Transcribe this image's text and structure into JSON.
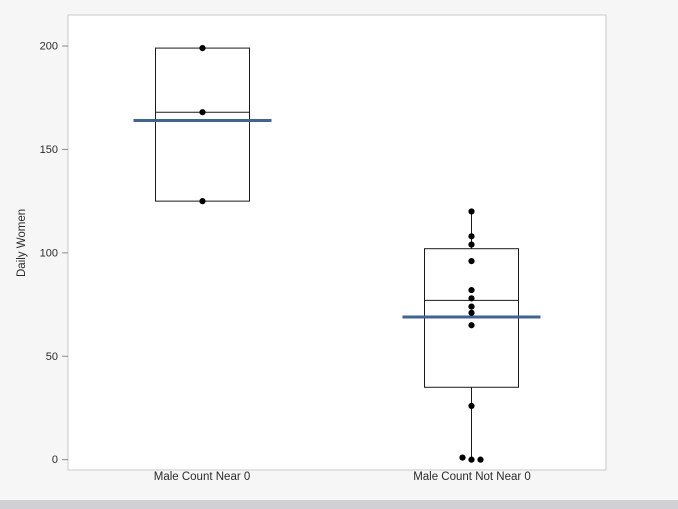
{
  "window": {
    "background": "#f6f6f7"
  },
  "chart_data": {
    "type": "boxplot",
    "title": "",
    "ylabel": "Daily Women",
    "categories": [
      "Male Count Near 0",
      "Male Count Not Near 0"
    ],
    "yticks": [
      0,
      50,
      100,
      150,
      200
    ],
    "ylim": [
      -5,
      215
    ],
    "grid": false,
    "legend": "none",
    "series": [
      {
        "category": "Male Count Near 0",
        "q1": 125,
        "median": 168,
        "q3": 199,
        "whisker_low": 125,
        "whisker_high": 199,
        "mean": 164,
        "points": [
          199,
          168,
          125
        ]
      },
      {
        "category": "Male Count Not Near 0",
        "q1": 35,
        "median": 77,
        "q3": 102,
        "whisker_low": 0,
        "whisker_high": 120,
        "mean": 69,
        "points": [
          120,
          108,
          104,
          96,
          82,
          78,
          74,
          71,
          65,
          26,
          1,
          0,
          0
        ]
      }
    ],
    "colors": {
      "box_stroke": "#1a1a1a",
      "point_fill": "#000000",
      "mean_line": "#3f6399",
      "frame_stroke": "#c9c9c9",
      "plot_background": "#ffffff",
      "text": "#2b2b2b"
    }
  }
}
